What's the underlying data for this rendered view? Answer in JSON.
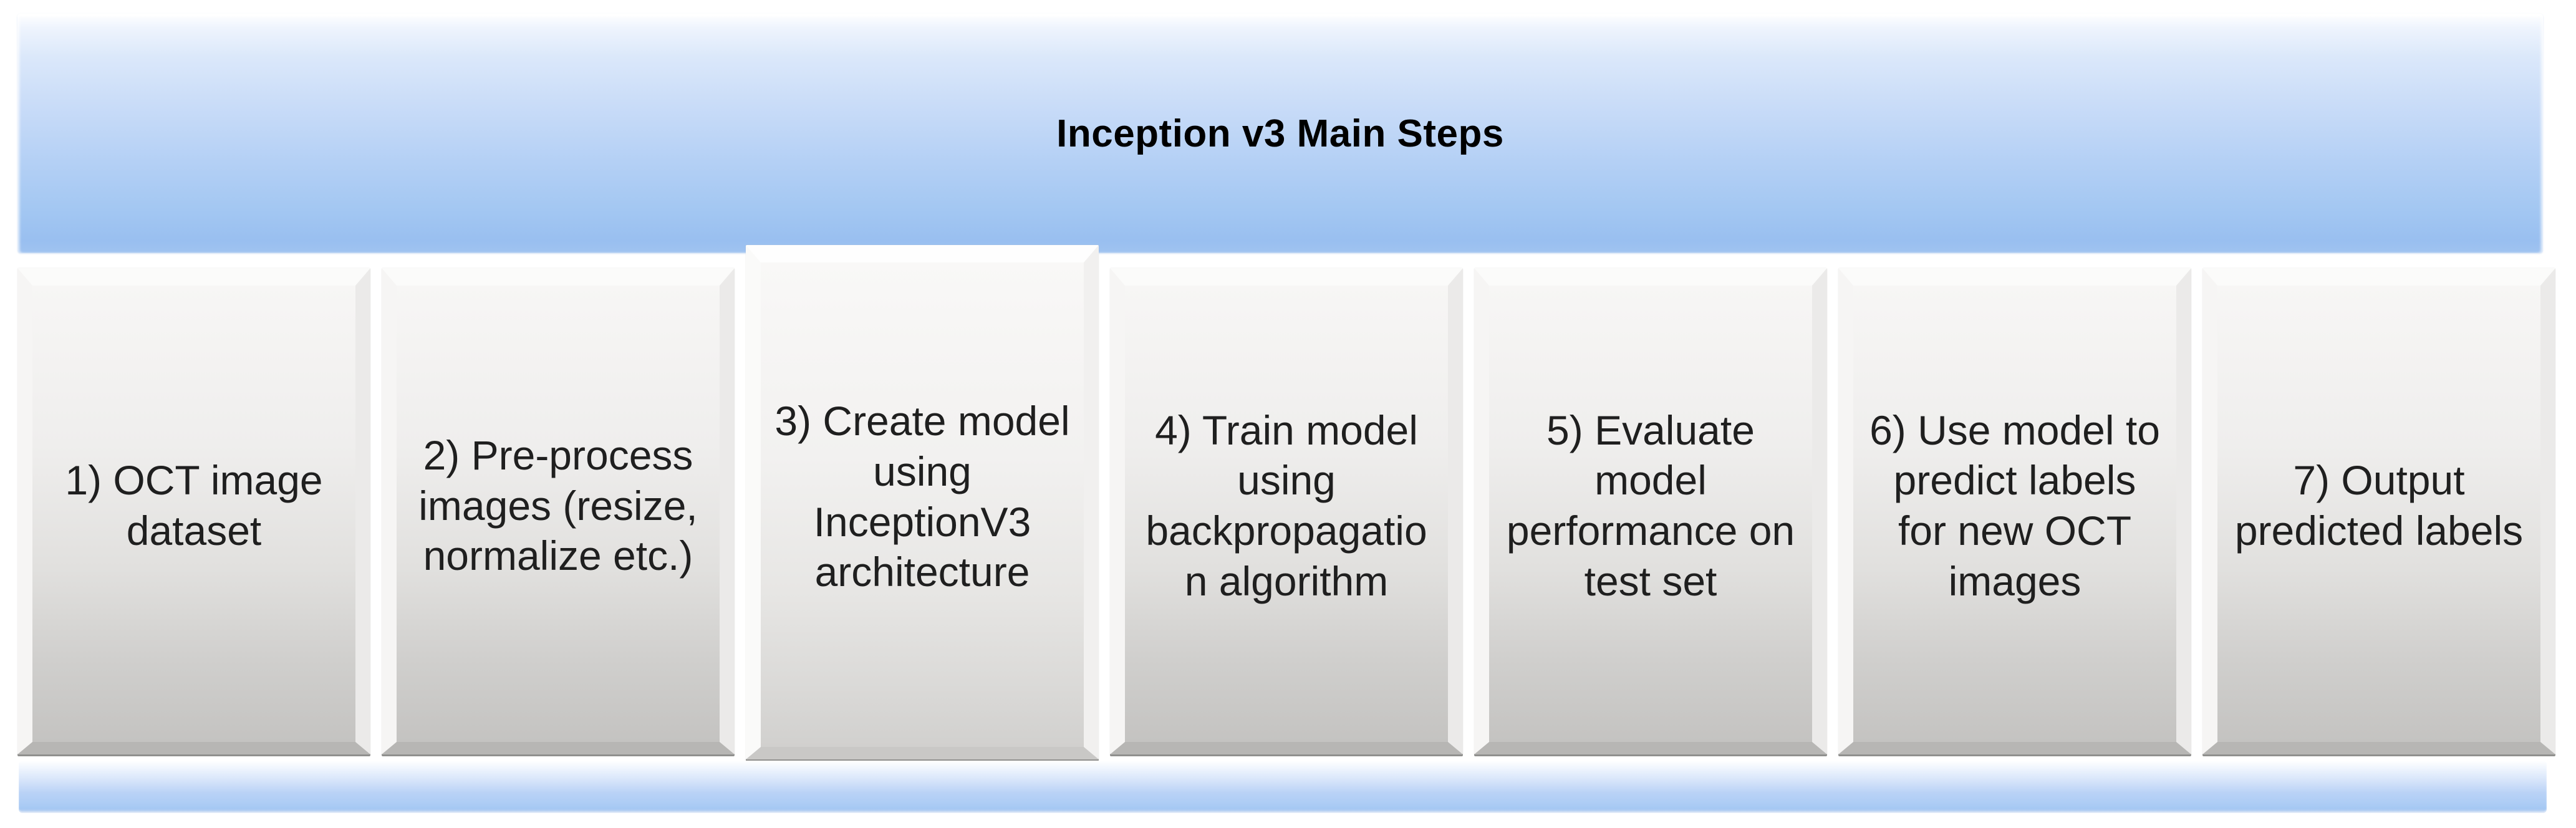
{
  "diagram": {
    "title": "Inception v3 Main Steps",
    "steps": [
      {
        "id": 1,
        "label": "1) OCT image\ndataset"
      },
      {
        "id": 2,
        "label": "2) Pre-process\nimages (resize,\nnormalize etc.)"
      },
      {
        "id": 3,
        "label": "3) Create model\nusing\nInceptionV3\narchitecture"
      },
      {
        "id": 4,
        "label": "4) Train model\nusing\nbackpropagatio\nn algorithm"
      },
      {
        "id": 5,
        "label": "5) Evaluate\nmodel\nperformance on\ntest set"
      },
      {
        "id": 6,
        "label": "6) Use model to\npredict labels\nfor new OCT\nimages"
      },
      {
        "id": 7,
        "label": "7) Output\npredicted labels"
      }
    ],
    "colors": {
      "banner_blue_light": "#dbe8fa",
      "banner_blue_dark": "#99bff0",
      "bottom_bar_blue": "#aecdf5",
      "box_face_light": "#f7f6f5",
      "box_face_dark": "#c4c3c1",
      "title_text": "#000000",
      "step_text": "#1f1f1f",
      "background": "#ffffff"
    }
  }
}
